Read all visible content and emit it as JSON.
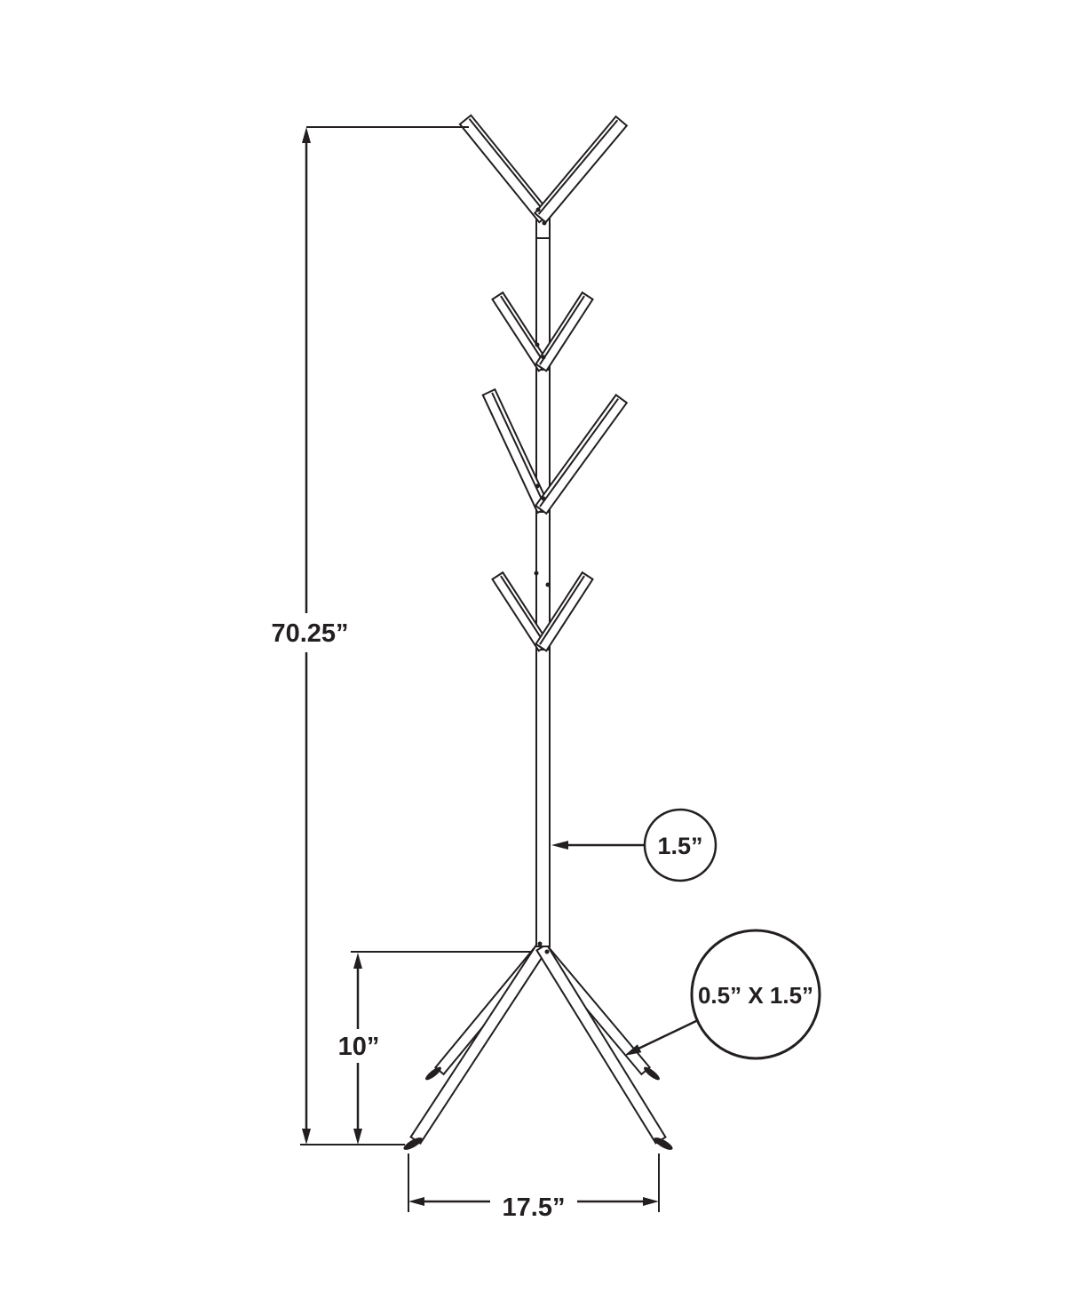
{
  "diagram": {
    "type": "dimension-drawing",
    "subject": "coat-rack",
    "dimensions": {
      "overall_height": "70.25”",
      "base_height": "10”",
      "base_width": "17.5”",
      "pole_thickness": "1.5”",
      "leg_profile": "0.5” X 1.5”"
    },
    "colors": {
      "line": "#231f20",
      "background": "#ffffff"
    }
  }
}
